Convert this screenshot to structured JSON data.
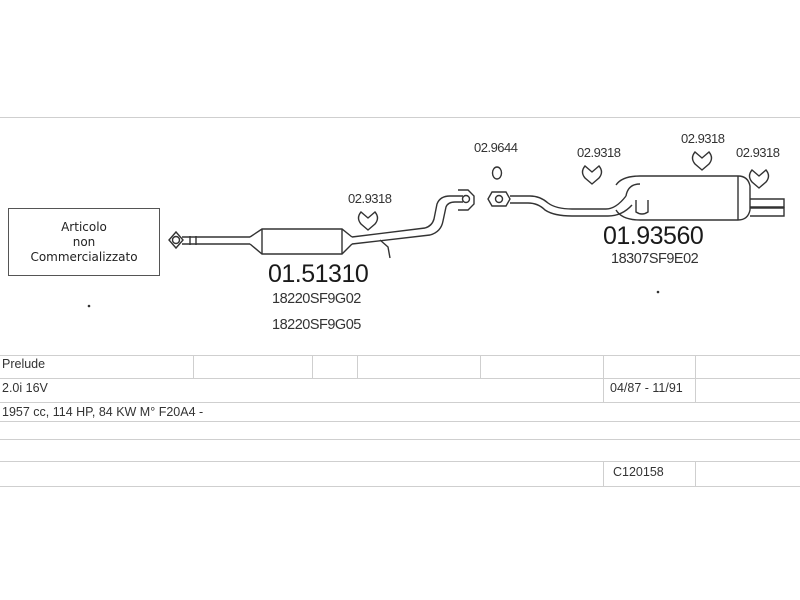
{
  "notice": {
    "line1": "Articolo",
    "line2": "non",
    "line3": "Commercializzato"
  },
  "parts": {
    "middle_silencer": {
      "code": "01.51310",
      "oe1": "18220SF9G02",
      "oe2": "18220SF9G05"
    },
    "rear_silencer": {
      "code": "01.93560",
      "oe1": "18307SF9E02"
    },
    "hanger_left": "02.9318",
    "ring": "02.9644",
    "hanger_mid": "02.9318",
    "hanger_right1": "02.9318",
    "hanger_right2": "02.9318"
  },
  "table": {
    "model": "Prelude",
    "engine": "2.0i 16V",
    "period": "04/87 - 11/91",
    "specs": "1957 cc, 114 HP, 84 KW M° F20A4 -",
    "kit_code": "C120158"
  }
}
